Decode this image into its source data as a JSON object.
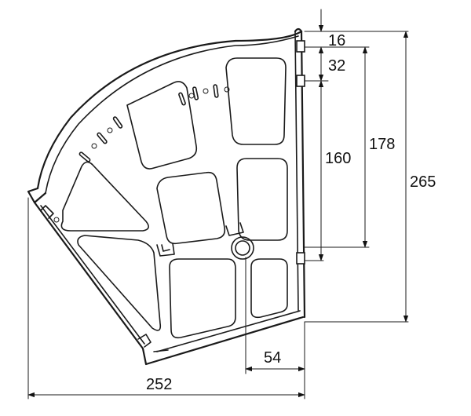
{
  "drawing": {
    "dimensions": {
      "top_offset": "16",
      "slot_gap": "32",
      "inner_height": "160",
      "mid_height": "178",
      "total_height": "265",
      "bottom_offset": "54",
      "total_width": "252"
    }
  }
}
